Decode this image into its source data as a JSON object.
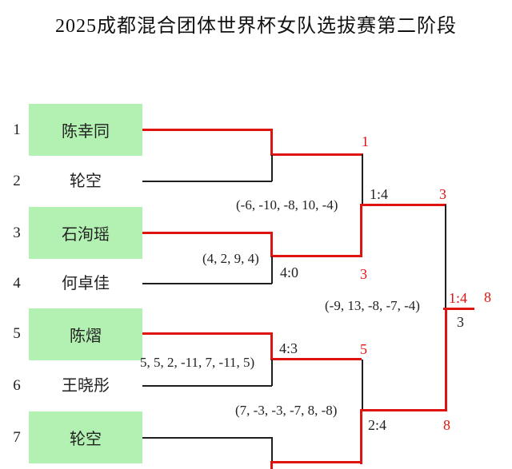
{
  "title": "2025成都混合团体世界杯女队选拔赛第二阶段",
  "colors": {
    "winner_line": "#df1410",
    "loser_line": "#1f1f1f",
    "player_box_fill": "#b3f1b3"
  },
  "players": [
    {
      "seed": "1",
      "name": "陈幸同",
      "boxed": true
    },
    {
      "seed": "2",
      "name": "轮空",
      "boxed": false
    },
    {
      "seed": "3",
      "name": "石洵瑶",
      "boxed": true
    },
    {
      "seed": "4",
      "name": "何卓佳",
      "boxed": false
    },
    {
      "seed": "5",
      "name": "陈熠",
      "boxed": true
    },
    {
      "seed": "6",
      "name": "王晓彤",
      "boxed": false
    },
    {
      "seed": "7",
      "name": "轮空",
      "boxed": true
    }
  ],
  "matches": {
    "round1_top": {
      "winner": "1"
    },
    "round1_upper": {
      "score": "4:0",
      "games": "(4, 2, 9, 4)",
      "winner": "3"
    },
    "semifinal_top": {
      "score": "1:4",
      "games": "(-6, -10, -8, 10, -4)",
      "winner": "3"
    },
    "round1_lower": {
      "score": "4:3",
      "games": "5, 5, 2, -11, 7, -11, 5)",
      "winner": "5"
    },
    "semifinal_bottom": {
      "score": "2:4",
      "games": "(7, -3, -3, -7, 8, -8)",
      "winner": "8"
    },
    "final": {
      "score": "1:4",
      "games": "(-9, 13, -8, -7, -4)",
      "winner": "8",
      "loser": "3"
    }
  }
}
